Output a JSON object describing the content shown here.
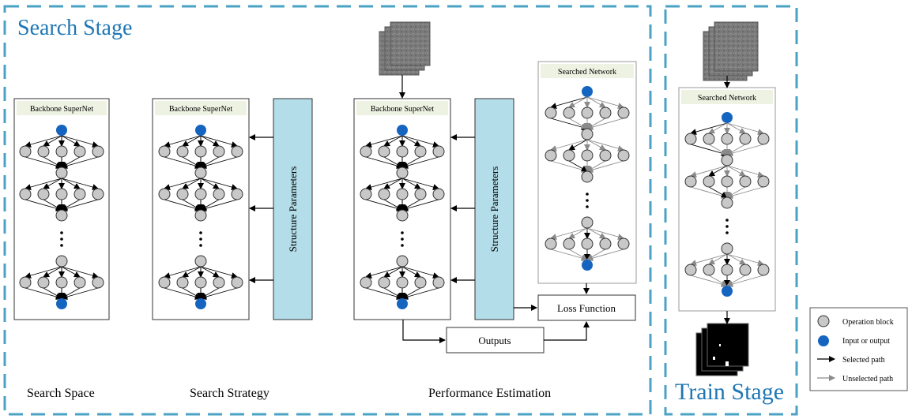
{
  "search_stage": {
    "title": "Search Stage",
    "search_space_label": "Search Space",
    "search_strategy_label": "Search Strategy",
    "performance_estimation_label": "Performance Estimation"
  },
  "train_stage": {
    "title": "Train Stage"
  },
  "boxes": {
    "backbone_supernet": "Backbone SuperNet",
    "searched_network": "Searched Network",
    "structure_parameters": "Structure Parameters",
    "loss_function": "Loss Function",
    "outputs": "Outputs",
    "ellipsis": "⋮"
  },
  "legend": {
    "operation_block": "Operation block",
    "input_or_output": "Input or output",
    "selected_path": "Selected path",
    "unselected_path": "Unselected path"
  },
  "colors": {
    "stage_border": "#4aa3c4",
    "stage_title": "#1f77b4",
    "io_node": "#1565c0",
    "op_node": "#c8c8c8",
    "structure_panel": "#b3dde9",
    "header_fill": "#eef2e2",
    "selected_path": "#000000",
    "unselected_path": "#8a8a8a"
  }
}
